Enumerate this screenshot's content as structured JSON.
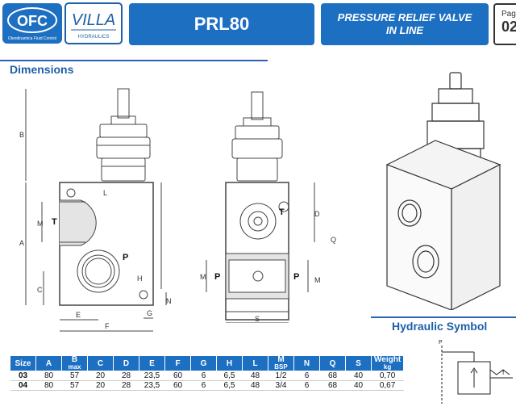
{
  "header": {
    "logo_ofc_text": "OFC",
    "logo_ofc_sub": "Oleodinamica Fluid Control",
    "logo_villa_text": "VILLA",
    "logo_villa_sub": "HYDRAULICS",
    "code": "PRL80",
    "title_line1": "PRESSURE RELIEF VALVE",
    "title_line2": "IN LINE",
    "page_label": "Pag",
    "page_number": "02"
  },
  "sections": {
    "dimensions": "Dimensions",
    "hydraulic_symbol": "Hydraulic Symbol"
  },
  "drawing_labels": {
    "A": "A",
    "B": "B",
    "C": "C",
    "D": "D",
    "E": "E",
    "F": "F",
    "G": "G",
    "H": "H",
    "L": "L",
    "M": "M",
    "N": "N",
    "Q": "Q",
    "S": "S",
    "T": "T",
    "P": "P"
  },
  "table": {
    "headers": [
      {
        "main": "Size",
        "sub": ""
      },
      {
        "main": "A",
        "sub": ""
      },
      {
        "main": "B",
        "sub": "max"
      },
      {
        "main": "C",
        "sub": ""
      },
      {
        "main": "D",
        "sub": ""
      },
      {
        "main": "E",
        "sub": ""
      },
      {
        "main": "F",
        "sub": ""
      },
      {
        "main": "G",
        "sub": ""
      },
      {
        "main": "H",
        "sub": ""
      },
      {
        "main": "L",
        "sub": ""
      },
      {
        "main": "M",
        "sub": "BSP"
      },
      {
        "main": "N",
        "sub": ""
      },
      {
        "main": "Q",
        "sub": ""
      },
      {
        "main": "S",
        "sub": ""
      },
      {
        "main": "Weight",
        "sub": "kg"
      }
    ],
    "rows": [
      [
        "03",
        "80",
        "57",
        "20",
        "28",
        "23,5",
        "60",
        "6",
        "6,5",
        "48",
        "1/2",
        "6",
        "68",
        "40",
        "0,70"
      ],
      [
        "04",
        "80",
        "57",
        "20",
        "28",
        "23,5",
        "60",
        "6",
        "6,5",
        "48",
        "3/4",
        "6",
        "68",
        "40",
        "0,67"
      ]
    ]
  },
  "colors": {
    "brand_blue": "#1d6fc2",
    "title_blue": "#1d5fa8"
  }
}
